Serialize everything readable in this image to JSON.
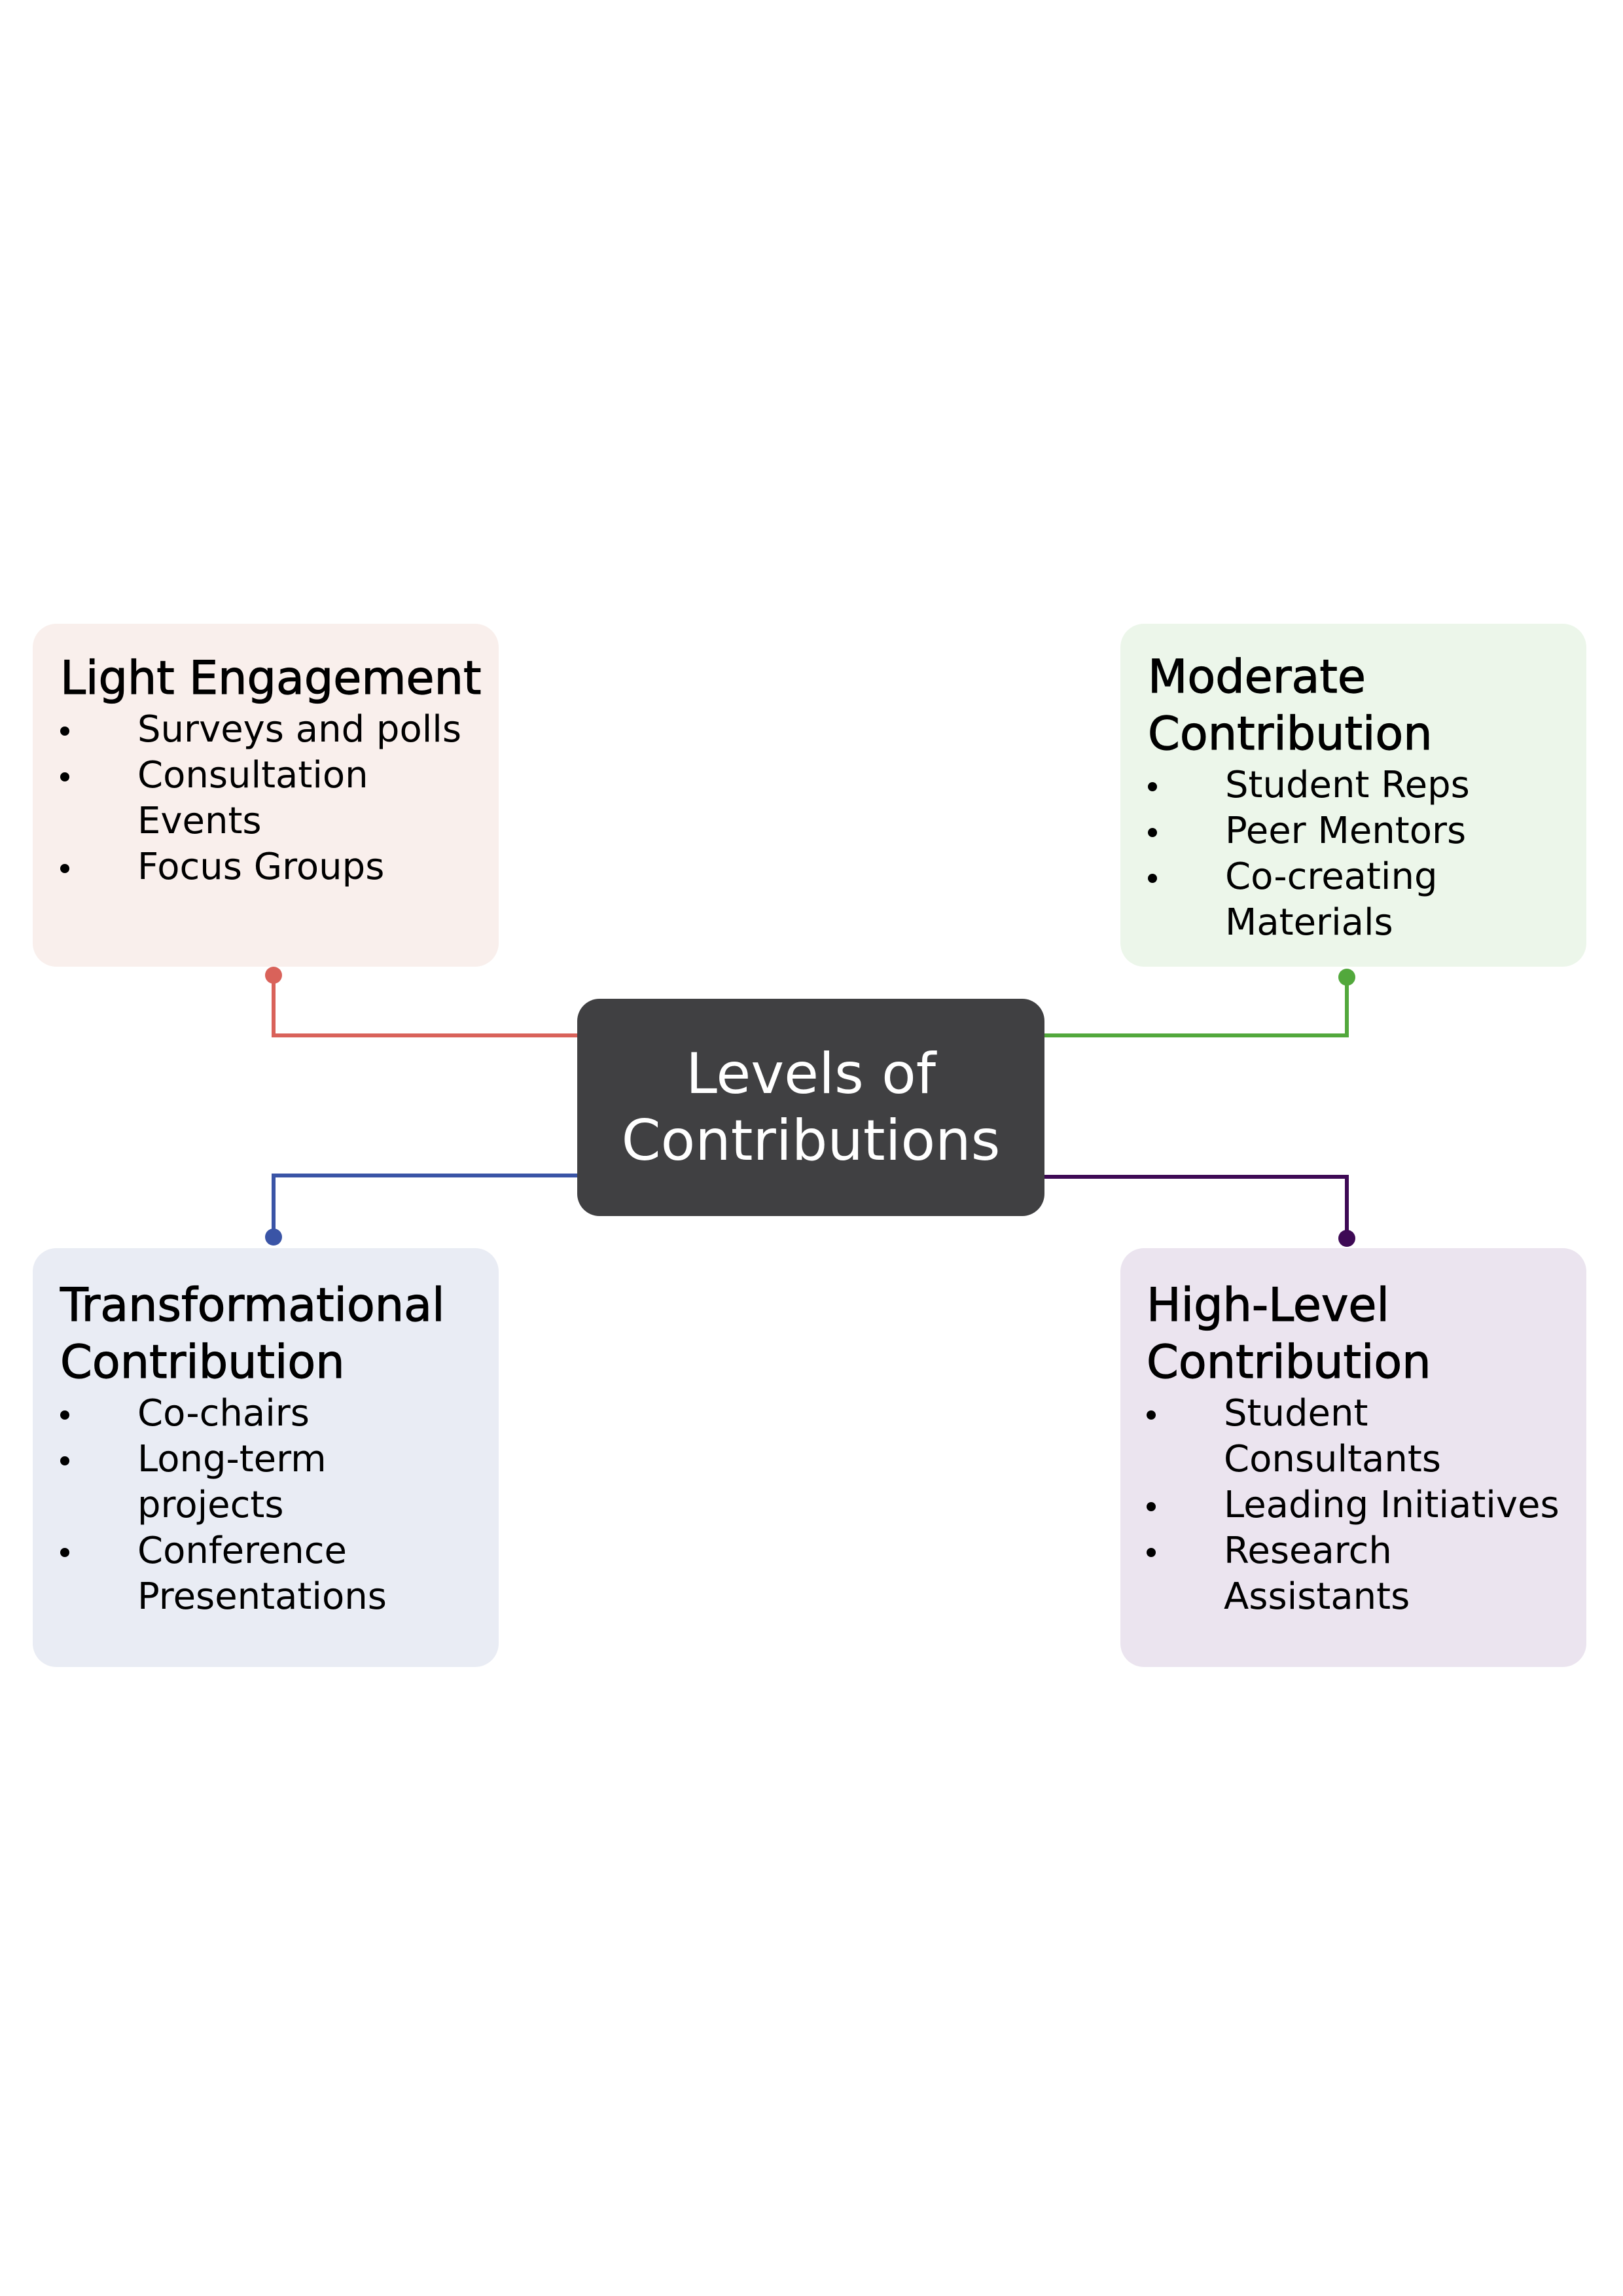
{
  "colors": {
    "background": "#ffffff",
    "center_fill": "#404042",
    "light": {
      "fill": "#f9efec",
      "line": "#d9625a"
    },
    "moderate": {
      "fill": "#ecf6ea",
      "line": "#52a83c"
    },
    "transformational": {
      "fill": "#e9ecf4",
      "line": "#3a54a6"
    },
    "high": {
      "fill": "#ebe4ef",
      "line": "#3e0a55"
    }
  },
  "center": {
    "line1": "Levels of",
    "line2": "Contributions"
  },
  "cards": {
    "light": {
      "title_lines": [
        "Light Engagement"
      ],
      "items": [
        [
          "Surveys and polls"
        ],
        [
          "Consultation",
          "Events"
        ],
        [
          "Focus Groups"
        ]
      ]
    },
    "moderate": {
      "title_lines": [
        "Moderate",
        "Contribution"
      ],
      "items": [
        [
          "Student Reps"
        ],
        [
          "Peer Mentors"
        ],
        [
          "Co-creating",
          "Materials"
        ]
      ]
    },
    "transformational": {
      "title_lines": [
        "Transformational",
        "Contribution"
      ],
      "items": [
        [
          "Co-chairs"
        ],
        [
          "Long-term",
          "projects"
        ],
        [
          "Conference",
          "Presentations"
        ]
      ]
    },
    "high": {
      "title_lines": [
        "High-Level",
        "Contribution"
      ],
      "items": [
        [
          "Student",
          "Consultants"
        ],
        [
          "Leading Initiatives"
        ],
        [
          "Research",
          "Assistants"
        ]
      ]
    }
  }
}
